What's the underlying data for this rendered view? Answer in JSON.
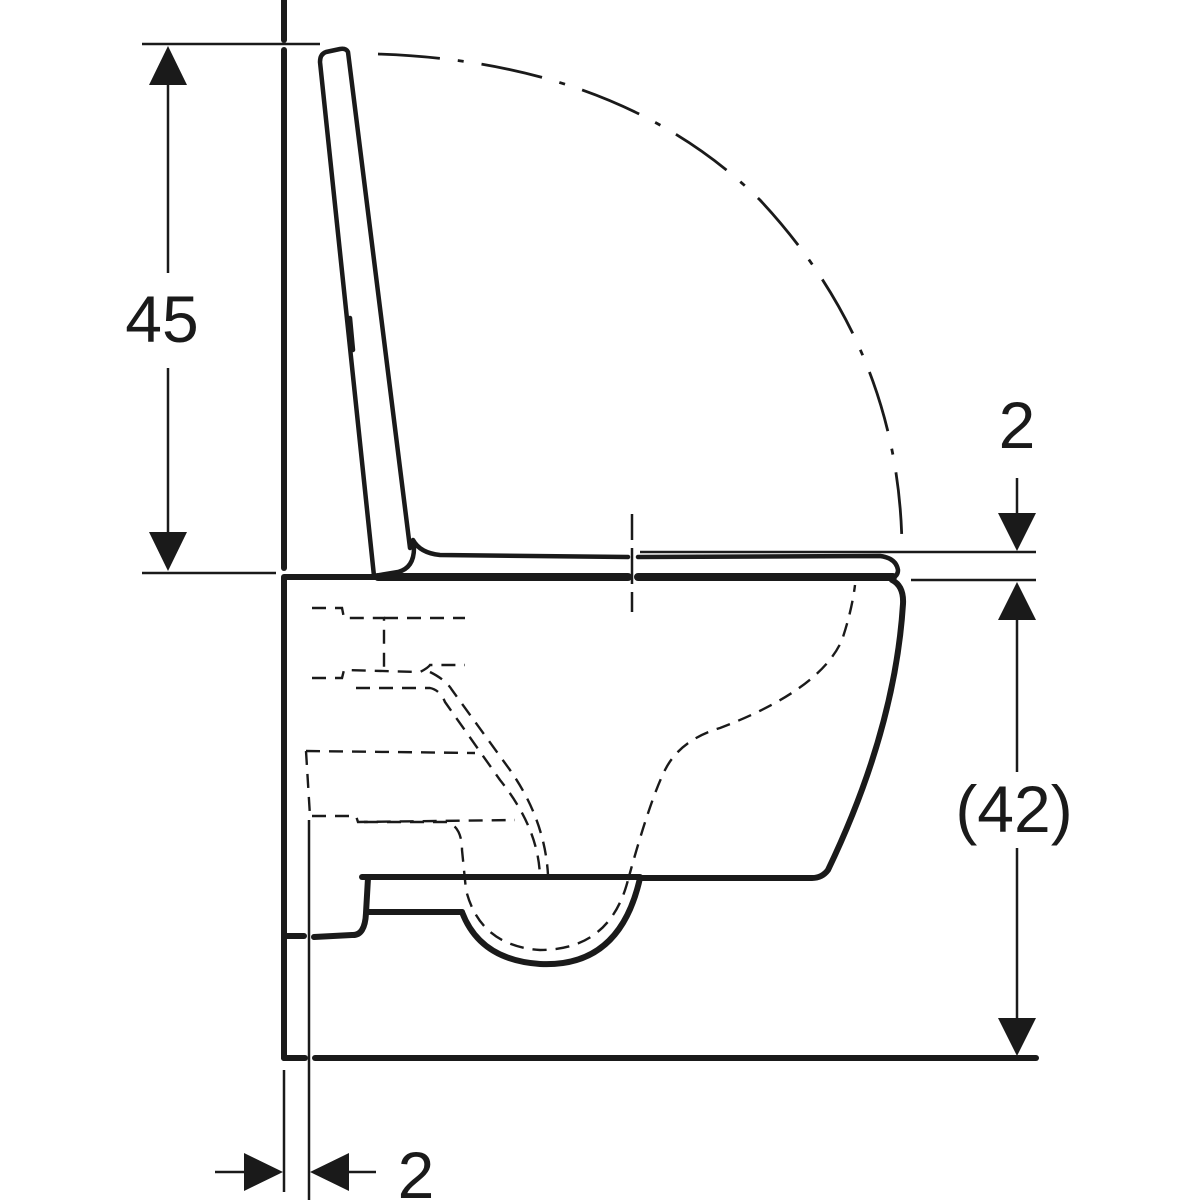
{
  "drawing": {
    "subject": "Wall-hung toilet with seat and lid, side elevation",
    "line_color": "#1a1a1a",
    "background": "#ffffff"
  },
  "dimensions": {
    "lid_height": {
      "label": "45",
      "orientation": "vertical",
      "position": "left"
    },
    "seat_thickness": {
      "label": "2",
      "orientation": "vertical",
      "position": "right-top"
    },
    "rim_height": {
      "label": "(42)",
      "orientation": "vertical",
      "position": "right"
    },
    "wall_offset": {
      "label": "2",
      "orientation": "horizontal",
      "position": "bottom"
    }
  }
}
